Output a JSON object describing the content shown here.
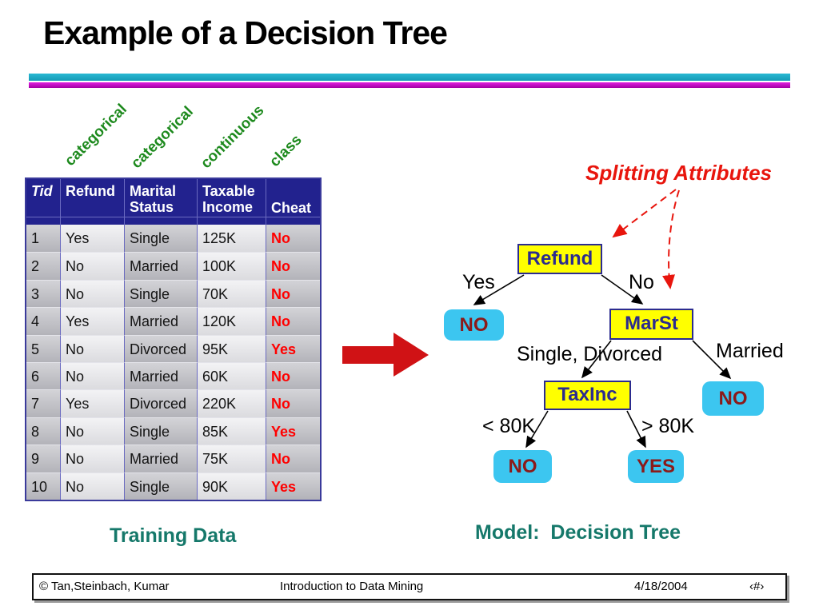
{
  "slide": {
    "title": "Example of a Decision Tree",
    "footer": {
      "copyright": "© Tan,Steinbach, Kumar",
      "center": "Introduction to Data Mining",
      "date": "4/18/2004",
      "page_number": "‹#›"
    },
    "colors": {
      "accent_bar_teal": "#1FAECB",
      "accent_bar_magenta": "#CC00CC",
      "category_label_green": "#1E8A1E",
      "annotation_red": "#E8150D",
      "teal_caption_text": "#15786A",
      "table_header_navy": "#22228E",
      "cheat_value_red": "#FF0000",
      "decision_node_fill": "#FFFF00",
      "decision_node_text": "#2B2B8F",
      "leaf_node_fill": "#3CC6F0",
      "leaf_node_text": "#8B1A1A",
      "flow_arrow_red": "#D01215"
    }
  },
  "annotations": {
    "column_types": [
      "categorical",
      "categorical",
      "continuous",
      "class"
    ],
    "splitting_attributes_label": "Splitting Attributes",
    "training_data_label": "Training Data",
    "model_label": "Model:  Decision Tree"
  },
  "table": {
    "headers": [
      "Tid",
      "Refund",
      "Marital Status",
      "Taxable Income",
      "Cheat"
    ],
    "rows": [
      [
        "1",
        "Yes",
        "Single",
        "125K",
        "No"
      ],
      [
        "2",
        "No",
        "Married",
        "100K",
        "No"
      ],
      [
        "3",
        "No",
        "Single",
        "70K",
        "No"
      ],
      [
        "4",
        "Yes",
        "Married",
        "120K",
        "No"
      ],
      [
        "5",
        "No",
        "Divorced",
        "95K",
        "Yes"
      ],
      [
        "6",
        "No",
        "Married",
        "60K",
        "No"
      ],
      [
        "7",
        "Yes",
        "Divorced",
        "220K",
        "No"
      ],
      [
        "8",
        "No",
        "Single",
        "85K",
        "Yes"
      ],
      [
        "9",
        "No",
        "Married",
        "75K",
        "No"
      ],
      [
        "10",
        "No",
        "Single",
        "90K",
        "Yes"
      ]
    ]
  },
  "tree": {
    "decision_nodes": {
      "root": "Refund",
      "marst": "MarSt",
      "taxinc": "TaxInc"
    },
    "leaf_nodes": {
      "refund_yes": "NO",
      "marst_married": "NO",
      "taxinc_low": "NO",
      "taxinc_high": "YES"
    },
    "edge_labels": {
      "yes": "Yes",
      "no": "No",
      "single_divorced": "Single, Divorced",
      "married": "Married",
      "lt_80k": "< 80K",
      "gt_80k": "> 80K"
    }
  }
}
